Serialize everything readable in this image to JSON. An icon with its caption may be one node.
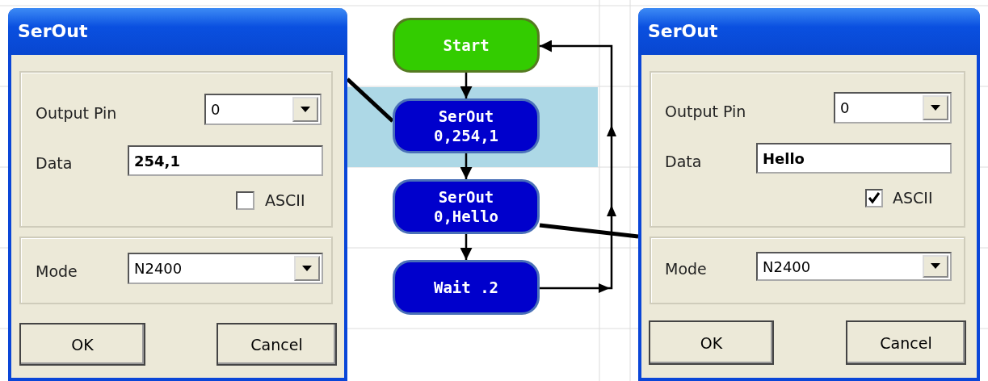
{
  "diagram": {
    "nodes": [
      {
        "text": [
          "SerOut"
        ]
      },
      {
        "text": [
          "Start"
        ]
      },
      {
        "text": [
          "SerOut 0,254,1"
        ]
      },
      {
        "text": [
          "SerOut 0,Hello"
        ]
      },
      {
        "text": [
          "Wait .2"
        ]
      },
      {
        "text": [
          "SerOut"
        ]
      }
    ],
    "edges": [
      {
        "from": 1,
        "to": 2,
        "arrow": "to"
      },
      {
        "from": 2,
        "to": 3,
        "arrow": "to"
      },
      {
        "from": 3,
        "to": 4,
        "arrow": "to"
      },
      {
        "from": 4,
        "to": 1,
        "arrow": "to"
      },
      {
        "from": 0,
        "to": 2,
        "arrow": "none",
        "style": "thick"
      },
      {
        "from": 3,
        "to": 5,
        "arrow": "none",
        "style": "thick"
      }
    ],
    "labels": [
      "Output Pin",
      "0",
      "Data",
      "254,1",
      "ASCII",
      "Mode",
      "N2400",
      "OK",
      "Cancel",
      "Output Pin",
      "0",
      "Data",
      "Hello",
      "ASCII",
      "Mode",
      "N2400",
      "OK",
      "Cancel"
    ]
  }
}
